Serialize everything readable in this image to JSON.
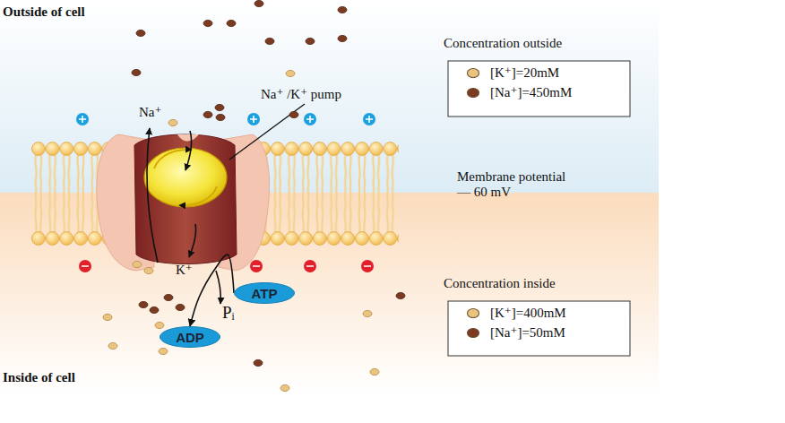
{
  "diagram": {
    "nodes": [
      {
        "text": [
          "ATP"
        ]
      },
      {
        "text": [
          "ADP"
        ]
      }
    ],
    "edges": [
      {
        "from": 0,
        "to": 1,
        "arrow": "to"
      }
    ],
    "labels": [
      "Outside of cell",
      "Na⁺",
      "Na⁺ /K⁺ pump",
      "K⁺",
      "Pᵢ",
      "Membrane potential — 60 mV",
      "Concentration outside",
      "Concentration inside",
      "Inside of cell"
    ],
    "legend": [
      {
        "text": "[K⁺]=20mM",
        "color": "#e8c47e"
      },
      {
        "text": "[Na⁺]=450mM",
        "color": "#7b3a22"
      },
      {
        "text": "[K⁺]=400mM",
        "color": "#e8c47e"
      },
      {
        "text": "[Na⁺]=50mM",
        "color": "#7b3a22"
      }
    ]
  }
}
